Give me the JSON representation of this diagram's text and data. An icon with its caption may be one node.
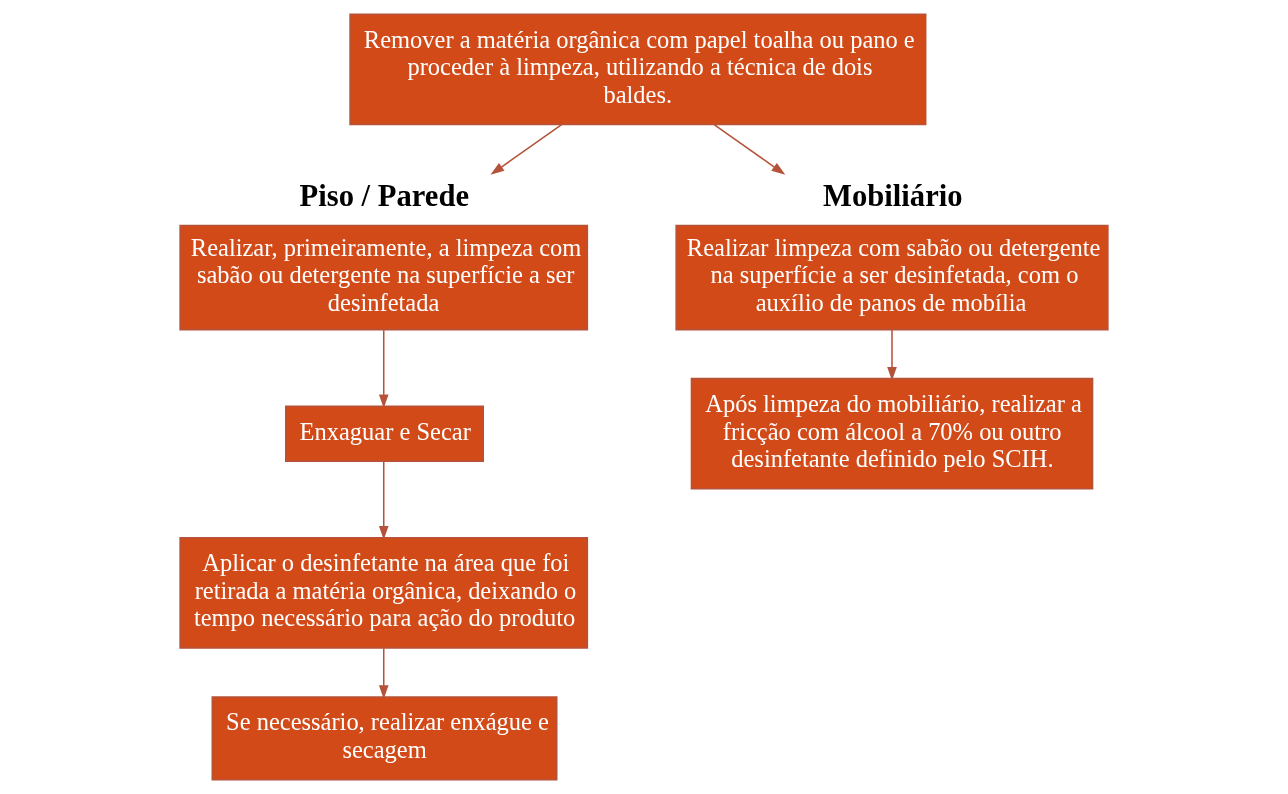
{
  "diagram": {
    "nodes": [
      {
        "text": [
          "Remover a matéria orgânica com papel toalha ou pano e proceder à limpeza, utilizando a técnica de dois baldes."
        ]
      },
      {
        "text": [
          "Piso / Parede",
          "Realizar, primeiramente, a limpeza com sabão ou detergente na superfície a ser desinfetada"
        ]
      },
      {
        "text": [
          "Enxaguar e Secar"
        ]
      },
      {
        "text": [
          "Aplicar o desinfetante na área que foi retirada a matéria orgânica, deixando o tempo necessário para ação do produto"
        ]
      },
      {
        "text": [
          "Se necessário, realizar enxágue e secagem"
        ]
      },
      {
        "text": [
          "Mobiliário",
          "Realizar limpeza com sabão ou detergente na superfície a ser desinfetada, com o auxílio de panos de mobília"
        ]
      },
      {
        "text": [
          "Após limpeza do mobiliário, realizar a fricção com álcool a 70% ou outro desinfetante definido pelo SCIH."
        ]
      }
    ],
    "edges": [
      {
        "from": 0,
        "to": 1,
        "arrow": "to"
      },
      {
        "from": 0,
        "to": 5,
        "arrow": "to"
      },
      {
        "from": 1,
        "to": 2,
        "arrow": "to"
      },
      {
        "from": 2,
        "to": 3,
        "arrow": "to"
      },
      {
        "from": 3,
        "to": 4,
        "arrow": "to"
      },
      {
        "from": 5,
        "to": 6,
        "arrow": "to"
      }
    ]
  }
}
